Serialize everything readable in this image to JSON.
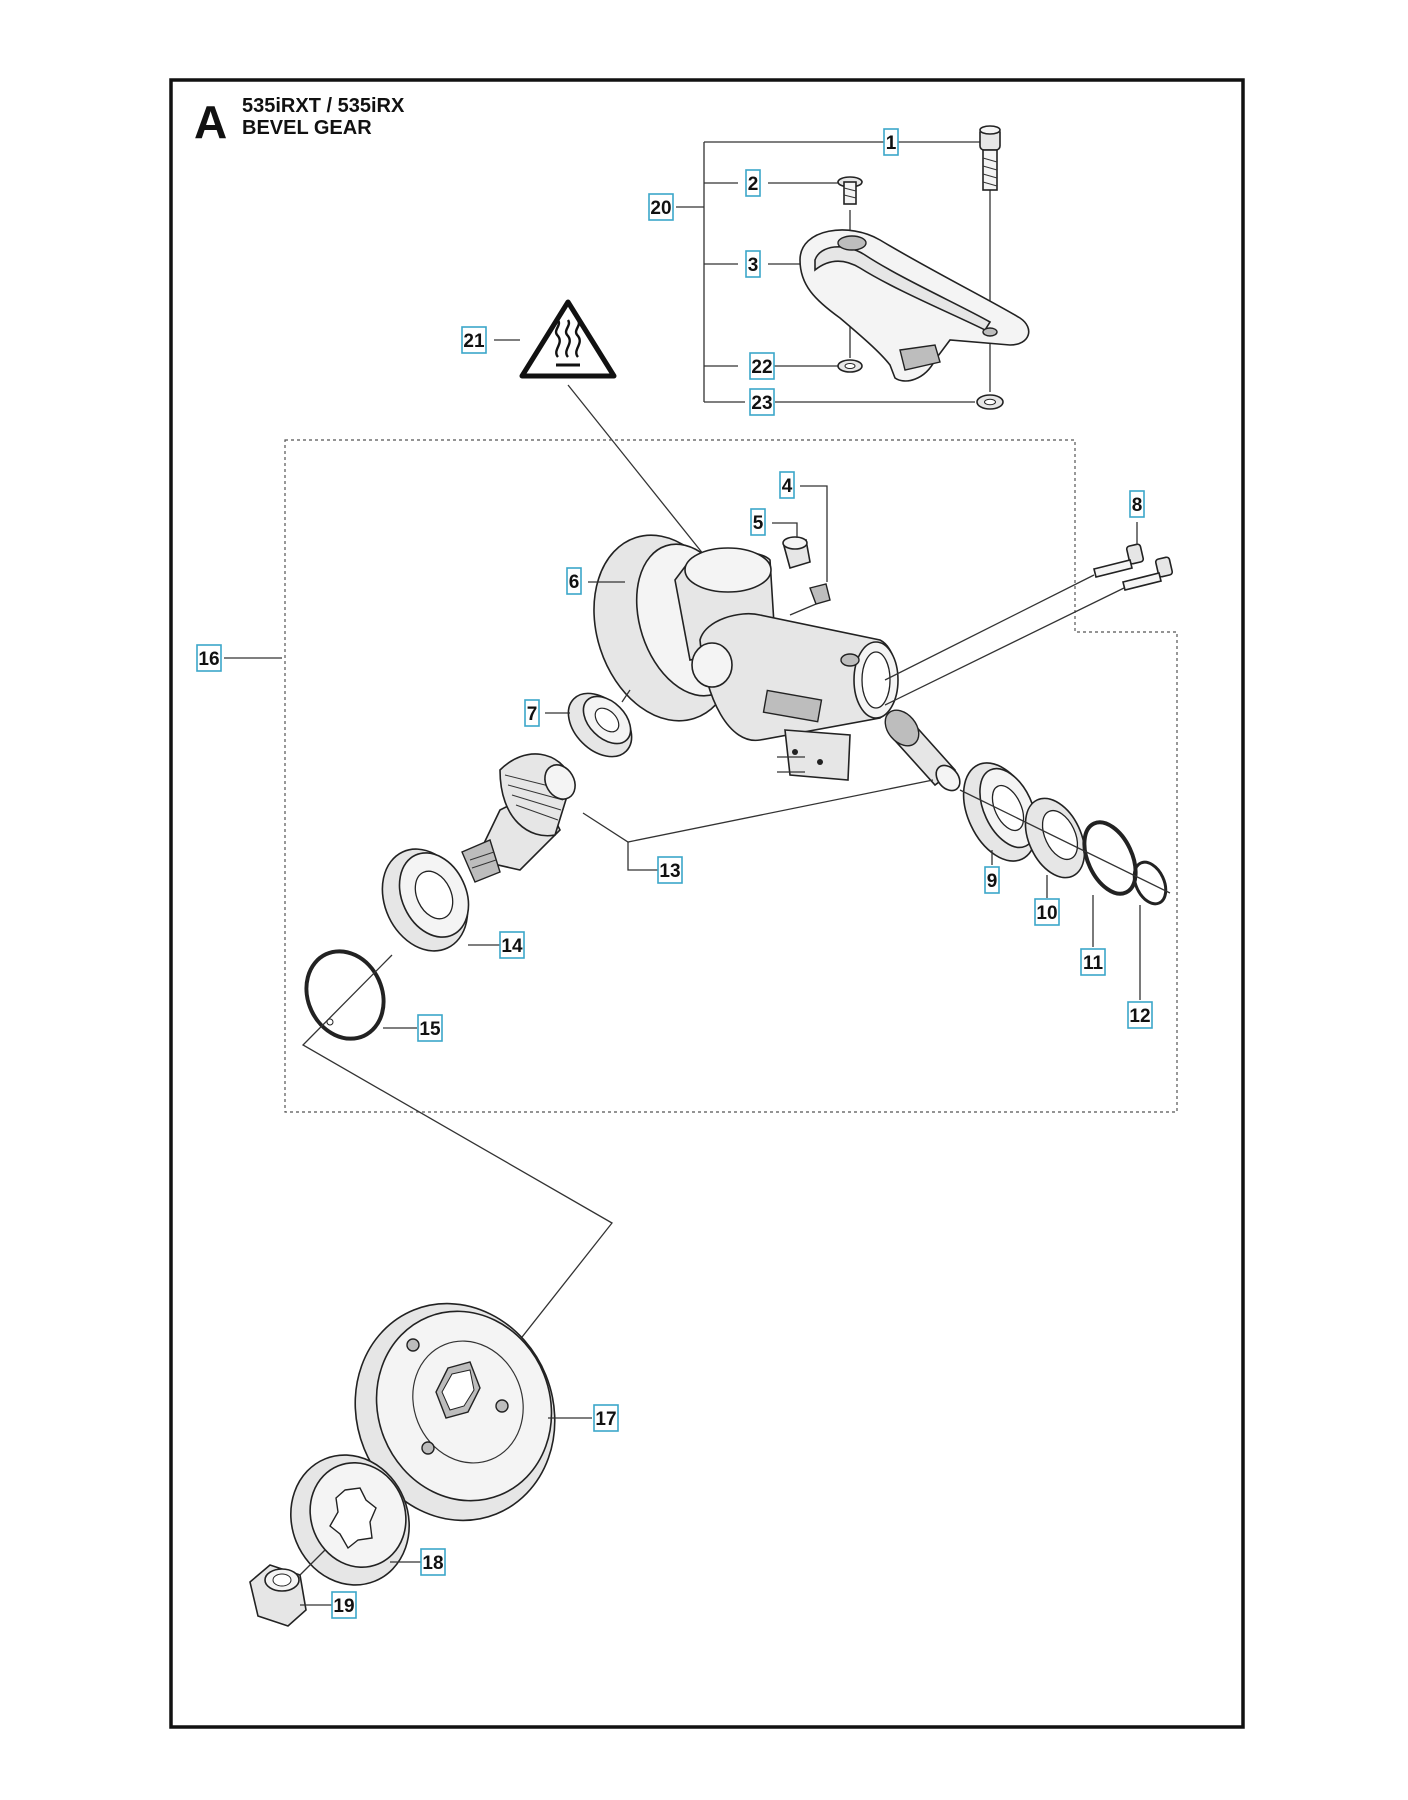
{
  "header": {
    "section_letter": "A",
    "model_line": "535iRXT / 535iRX",
    "assembly_name": "BEVEL GEAR"
  },
  "callouts": [
    {
      "id": "c1",
      "label": "1"
    },
    {
      "id": "c2",
      "label": "2"
    },
    {
      "id": "c3",
      "label": "3"
    },
    {
      "id": "c4",
      "label": "4"
    },
    {
      "id": "c5",
      "label": "5"
    },
    {
      "id": "c6",
      "label": "6"
    },
    {
      "id": "c7",
      "label": "7"
    },
    {
      "id": "c8",
      "label": "8"
    },
    {
      "id": "c9",
      "label": "9"
    },
    {
      "id": "c10",
      "label": "10"
    },
    {
      "id": "c11",
      "label": "11"
    },
    {
      "id": "c12",
      "label": "12"
    },
    {
      "id": "c13",
      "label": "13"
    },
    {
      "id": "c14",
      "label": "14"
    },
    {
      "id": "c15",
      "label": "15"
    },
    {
      "id": "c16",
      "label": "16"
    },
    {
      "id": "c17",
      "label": "17"
    },
    {
      "id": "c18",
      "label": "18"
    },
    {
      "id": "c19",
      "label": "19"
    },
    {
      "id": "c20",
      "label": "20"
    },
    {
      "id": "c21",
      "label": "21"
    },
    {
      "id": "c22",
      "label": "22"
    },
    {
      "id": "c23",
      "label": "23"
    }
  ],
  "colors": {
    "callout_box": "#3ba7c9",
    "line": "#222222",
    "part_fill": "#e6e6e6"
  },
  "icons": {
    "warning": "hot-surface-warning-icon"
  }
}
